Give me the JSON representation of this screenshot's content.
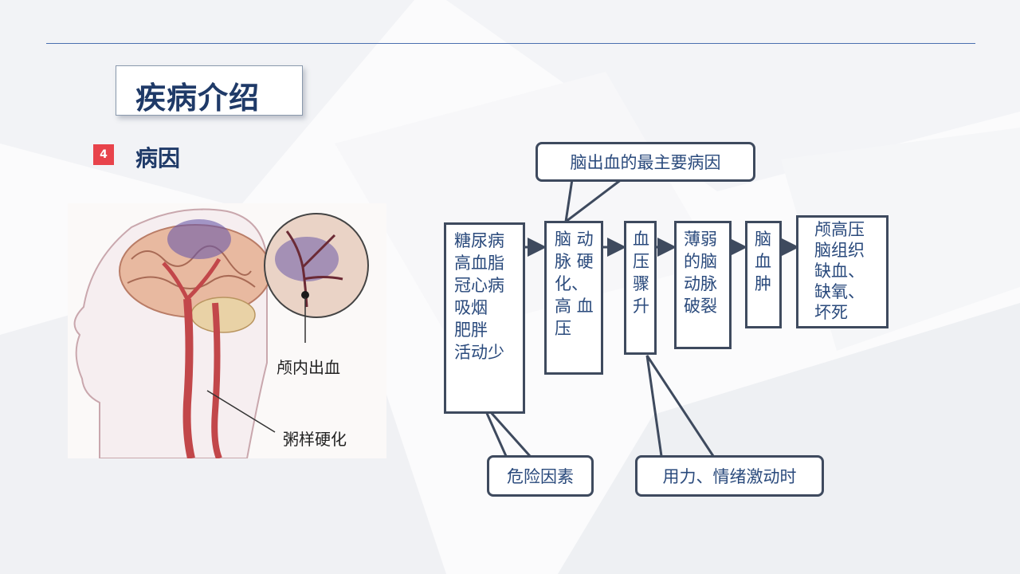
{
  "slide": {
    "title": "疾病介绍",
    "section_number": "4",
    "section_title": "病因"
  },
  "illustration": {
    "label_hemorrhage": "颅内出血",
    "label_atherosclerosis": "粥样硬化"
  },
  "flow": {
    "boxes": [
      {
        "lines": [
          "糖尿病",
          "高血脂",
          "冠心病",
          "吸烟",
          "肥胖",
          "活动少"
        ]
      },
      {
        "lines": [
          "脑 动",
          "脉 硬",
          "化、",
          "高 血",
          "压"
        ]
      },
      {
        "lines": [
          "血",
          "压",
          "骤",
          "升"
        ]
      },
      {
        "lines": [
          "薄弱",
          "的脑",
          "动脉",
          "破裂"
        ]
      },
      {
        "lines": [
          "脑",
          "血",
          "肿"
        ]
      },
      {
        "lines": [
          "颅高压",
          "脑组织",
          "缺血、",
          "缺氧、",
          "坏死"
        ]
      }
    ],
    "callouts": {
      "main_cause": "脑出血的最主要病因",
      "risk_factors": "危险因素",
      "trigger": "用力、情绪激动时"
    }
  },
  "colors": {
    "title_navy": "#1f3a68",
    "badge_red": "#e8434b",
    "box_border": "#3e4a5e",
    "box_text": "#2a4a7c",
    "rule_blue": "#4a6fb0"
  }
}
